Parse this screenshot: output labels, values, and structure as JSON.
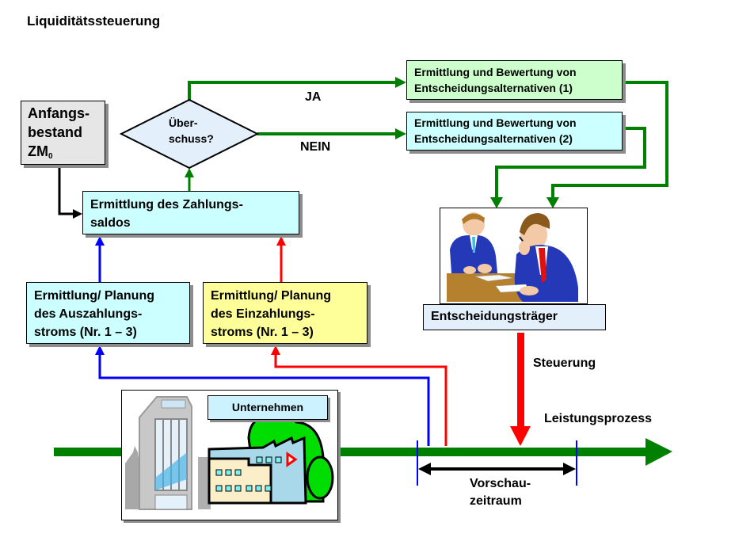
{
  "title": "Liquiditätssteuerung",
  "colors": {
    "flow_green": "#008000",
    "outflow_blue": "#0000ff",
    "inflow_red": "#ff0000",
    "box_cyan": "#ccffff",
    "box_yellow": "#ffff99",
    "box_green": "#ccffcc",
    "box_gray": "#e6e6e6",
    "diamond_fill": "#e3f0fb",
    "label_fill": "#e3f0fb"
  },
  "nodes": {
    "anfangsbestand": {
      "line1": "Anfangs-",
      "line2": "bestand",
      "line3": "ZM",
      "subscript": "0"
    },
    "decision": {
      "line1": "Über-",
      "line2": "schuss?"
    },
    "zahlungssaldo": {
      "line1": "Ermittlung des Zahlungs-",
      "line2": "saldos"
    },
    "alternative1": {
      "line1": "Ermittlung und Bewertung von",
      "line2": "Entscheidungsalternativen (1)"
    },
    "alternative2": {
      "line1": "Ermittlung und Bewertung von",
      "line2": "Entscheidungsalternativen (2)"
    },
    "auszahlung": {
      "line1": "Ermittlung/ Planung",
      "line2": "des Auszahlungs-",
      "line3": "stroms (Nr. 1 – 3)"
    },
    "einzahlung": {
      "line1": "Ermittlung/ Planung",
      "line2": "des Einzahlungs-",
      "line3": "stroms (Nr. 1 – 3)"
    },
    "entscheidungstraeger": {
      "label": "Entscheidungsträger",
      "image": "business-meeting-illustration"
    },
    "unternehmen": {
      "label": "Unternehmen",
      "image": "company-buildings-illustration"
    }
  },
  "edge_labels": {
    "yes": "JA",
    "no": "NEIN",
    "steuerung": "Steuerung",
    "leistungsprozess": "Leistungsprozess",
    "vorschau_line1": "Vorschau-",
    "vorschau_line2": "zeitraum"
  }
}
